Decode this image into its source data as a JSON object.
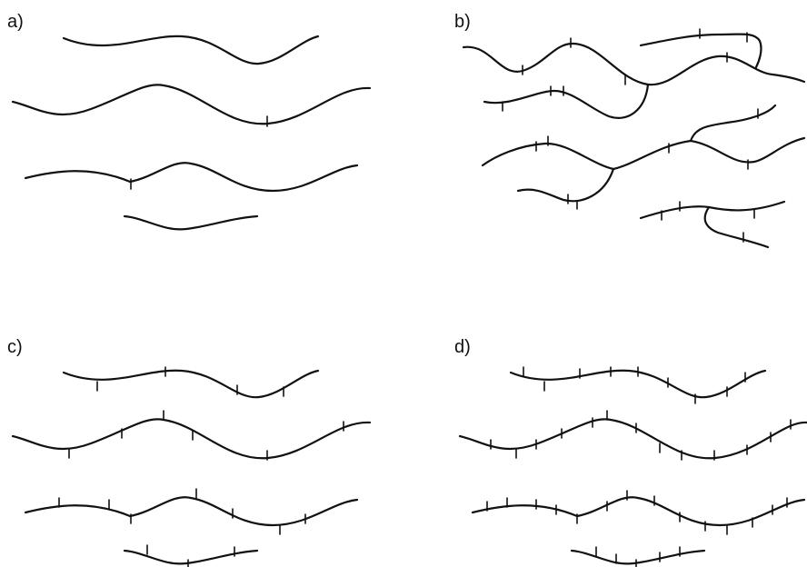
{
  "panels": {
    "a": {
      "label": "a)"
    },
    "b": {
      "label": "b)"
    },
    "c": {
      "label": "c)"
    },
    "d": {
      "label": "d)"
    }
  },
  "colors": {
    "stroke": "#111111",
    "background": "#ffffff"
  }
}
